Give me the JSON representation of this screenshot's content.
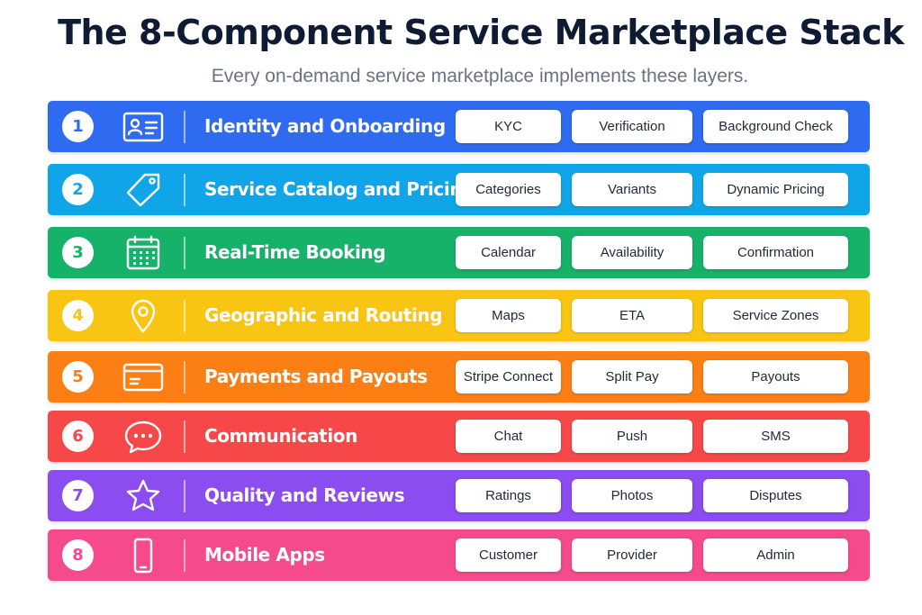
{
  "header": {
    "title": "The 8-Component Service Marketplace Stack",
    "subtitle": "Every on-demand service marketplace implements these layers."
  },
  "layers": [
    {
      "number": "1",
      "name": "Identity and Onboarding",
      "icon": "id-card-icon",
      "color": "#2f6bf0",
      "tags": [
        "KYC",
        "Verification",
        "Background Check"
      ]
    },
    {
      "number": "2",
      "name": "Service Catalog and Pricing",
      "icon": "price-tag-icon",
      "color": "#10a5e8",
      "tags": [
        "Categories",
        "Variants",
        "Dynamic Pricing"
      ]
    },
    {
      "number": "3",
      "name": "Real-Time Booking",
      "icon": "calendar-icon",
      "color": "#17b26a",
      "tags": [
        "Calendar",
        "Availability",
        "Confirmation"
      ]
    },
    {
      "number": "4",
      "name": "Geographic and Routing",
      "icon": "map-pin-icon",
      "color": "#f9c513",
      "tags": [
        "Maps",
        "ETA",
        "Service Zones"
      ]
    },
    {
      "number": "5",
      "name": "Payments and Payouts",
      "icon": "credit-card-icon",
      "color": "#fb7f14",
      "tags": [
        "Stripe Connect",
        "Split Pay",
        "Payouts"
      ]
    },
    {
      "number": "6",
      "name": "Communication",
      "icon": "chat-bubble-icon",
      "color": "#f64848",
      "tags": [
        "Chat",
        "Push",
        "SMS"
      ]
    },
    {
      "number": "7",
      "name": "Quality and Reviews",
      "icon": "star-icon",
      "color": "#8b4cf0",
      "tags": [
        "Ratings",
        "Photos",
        "Disputes"
      ]
    },
    {
      "number": "8",
      "name": "Mobile Apps",
      "icon": "smartphone-icon",
      "color": "#f54a8c",
      "tags": [
        "Customer",
        "Provider",
        "Admin"
      ]
    }
  ]
}
